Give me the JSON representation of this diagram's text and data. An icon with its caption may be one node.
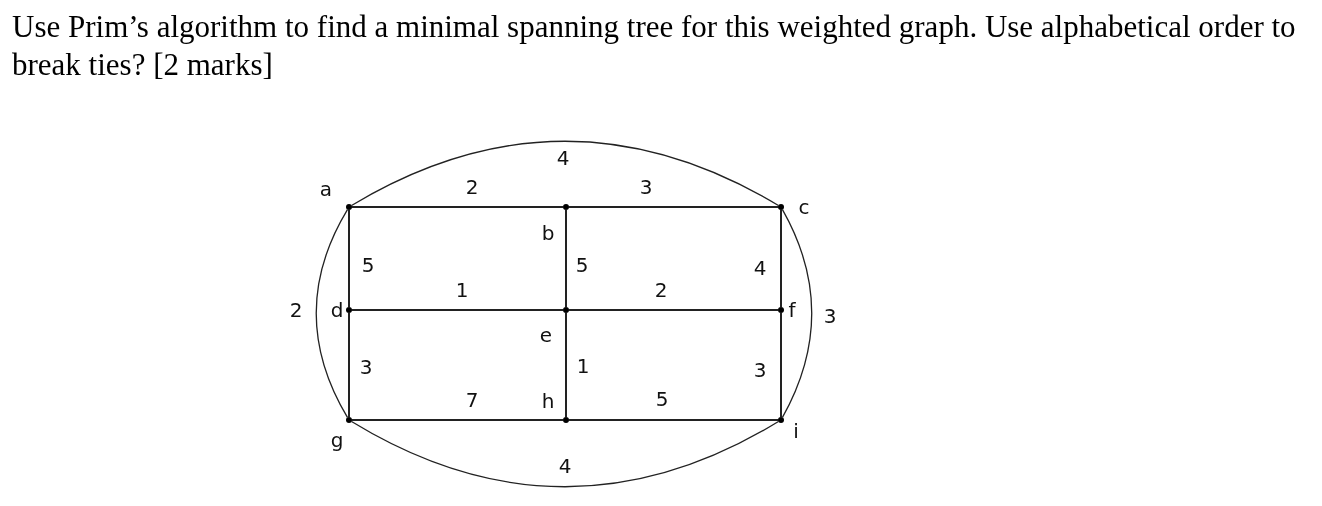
{
  "diagram": {
    "title": "Use Prim’s algorithm to find a minimal spanning tree for this weighted graph. Use alphabetical order to break ties? [2 marks]",
    "nodes": [
      {
        "text": [],
        "shape": "circle",
        "beside": [
          "a"
        ]
      },
      {
        "text": [],
        "shape": "circle",
        "beside": [
          "b"
        ]
      },
      {
        "text": [],
        "shape": "circle",
        "beside": [
          "c"
        ]
      },
      {
        "text": [],
        "shape": "circle",
        "beside": [
          "d"
        ]
      },
      {
        "text": [],
        "shape": "circle",
        "beside": [
          "e"
        ]
      },
      {
        "text": [],
        "shape": "circle",
        "beside": [
          "f"
        ]
      },
      {
        "text": [],
        "shape": "circle",
        "beside": [
          "g"
        ]
      },
      {
        "text": [],
        "shape": "circle",
        "beside": [
          "h"
        ]
      },
      {
        "text": [],
        "shape": "circle",
        "beside": [
          "i"
        ]
      }
    ],
    "edges": [
      {
        "from": 0,
        "to": 2,
        "arrow": "none",
        "label": "4"
      },
      {
        "from": 0,
        "to": 1,
        "arrow": "none",
        "label": "2"
      },
      {
        "from": 1,
        "to": 2,
        "arrow": "none",
        "label": "3"
      },
      {
        "from": 0,
        "to": 3,
        "arrow": "none",
        "label": "5"
      },
      {
        "from": 1,
        "to": 4,
        "arrow": "none",
        "label": "5"
      },
      {
        "from": 2,
        "to": 5,
        "arrow": "none",
        "label": "4"
      },
      {
        "from": 3,
        "to": 4,
        "arrow": "none",
        "label": "1"
      },
      {
        "from": 4,
        "to": 5,
        "arrow": "none",
        "label": "2"
      },
      {
        "from": 0,
        "to": 6,
        "arrow": "none",
        "label": "2"
      },
      {
        "from": 2,
        "to": 8,
        "arrow": "none",
        "label": "3"
      },
      {
        "from": 3,
        "to": 6,
        "arrow": "none",
        "label": "3"
      },
      {
        "from": 4,
        "to": 7,
        "arrow": "none",
        "label": "1"
      },
      {
        "from": 5,
        "to": 8,
        "arrow": "none",
        "label": "3"
      },
      {
        "from": 6,
        "to": 7,
        "arrow": "none",
        "label": "7"
      },
      {
        "from": 7,
        "to": 8,
        "arrow": "none",
        "label": "5"
      },
      {
        "from": 6,
        "to": 8,
        "arrow": "none",
        "label": "4"
      }
    ]
  }
}
